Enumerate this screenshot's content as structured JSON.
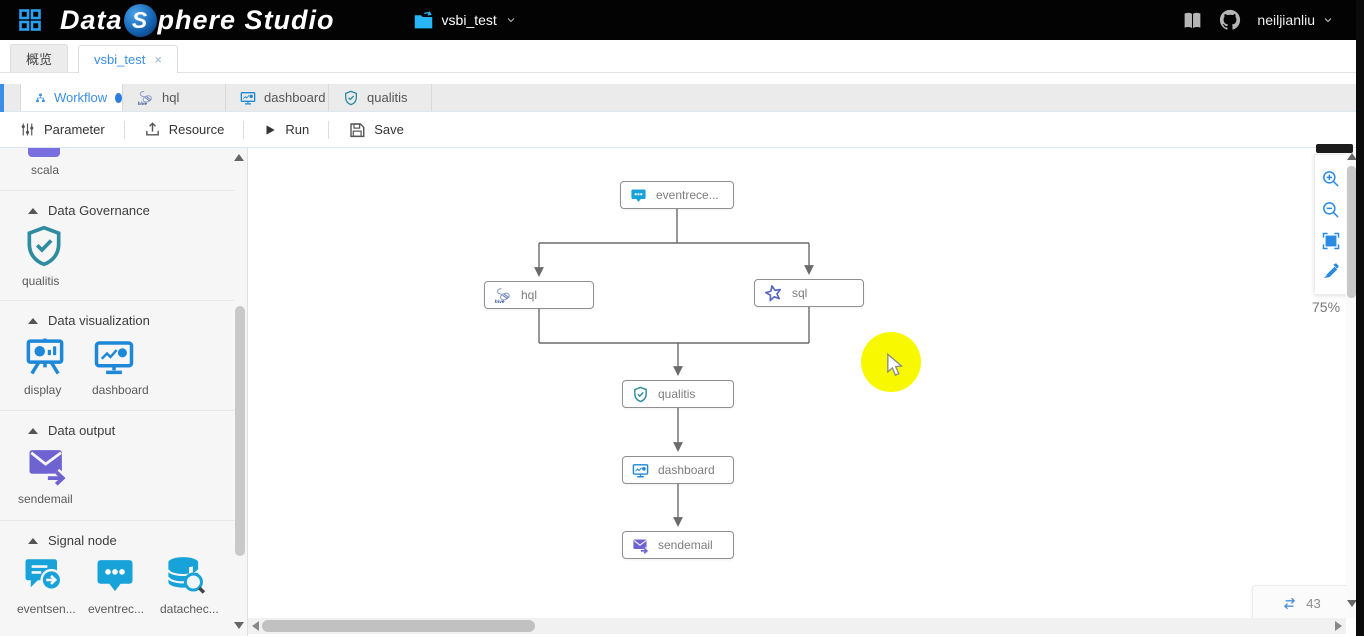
{
  "header": {
    "logo_part1": "Data",
    "logo_s": "S",
    "logo_part2": "phere Studio",
    "project_name": "vsbi_test",
    "username": "neiljianliu"
  },
  "tabs": {
    "overview_label": "概览",
    "workspace_label": "vsbi_test",
    "close_glyph": "×"
  },
  "editor_tabs": [
    {
      "label": "Workflow",
      "active": true,
      "unsaved": true
    },
    {
      "label": "hql",
      "active": false
    },
    {
      "label": "dashboard",
      "active": false
    },
    {
      "label": "qualitis",
      "active": false
    }
  ],
  "toolbar": {
    "parameter_label": "Parameter",
    "resource_label": "Resource",
    "run_label": "Run",
    "save_label": "Save"
  },
  "sidebar": {
    "partial_item_label": "scala",
    "sections": [
      {
        "title": "Data Governance",
        "items": [
          {
            "label": "qualitis",
            "icon": "shield-check-icon"
          }
        ]
      },
      {
        "title": "Data visualization",
        "items": [
          {
            "label": "display",
            "icon": "display-easel-icon"
          },
          {
            "label": "dashboard",
            "icon": "monitor-chart-icon"
          }
        ]
      },
      {
        "title": "Data output",
        "items": [
          {
            "label": "sendemail",
            "icon": "mail-send-icon"
          }
        ]
      },
      {
        "title": "Signal node",
        "items": [
          {
            "label": "eventsen...",
            "icon": "bubble-send-icon"
          },
          {
            "label": "eventrec...",
            "icon": "bubble-dots-icon"
          },
          {
            "label": "datachec...",
            "icon": "database-check-icon"
          }
        ]
      }
    ]
  },
  "canvas": {
    "nodes": [
      {
        "label": "eventrece...",
        "icon": "bubble-dots-icon"
      },
      {
        "label": "hql",
        "icon": "hive-icon"
      },
      {
        "label": "sql",
        "icon": "spark-star-icon"
      },
      {
        "label": "qualitis",
        "icon": "shield-check-icon"
      },
      {
        "label": "dashboard",
        "icon": "monitor-chart-icon"
      },
      {
        "label": "sendemail",
        "icon": "mail-send-icon"
      }
    ],
    "zoom_level": "75%",
    "edge_counter": "43"
  },
  "colors": {
    "accent_blue": "#3a8ee6",
    "icon_blue": "#1e88d8",
    "signal_blue": "#17a2d9",
    "teal": "#2e8ca0",
    "purple": "#6f63d2",
    "spark_purple": "#5a68c0",
    "highlight_yellow": "#f8f800",
    "header_black": "#030303"
  }
}
